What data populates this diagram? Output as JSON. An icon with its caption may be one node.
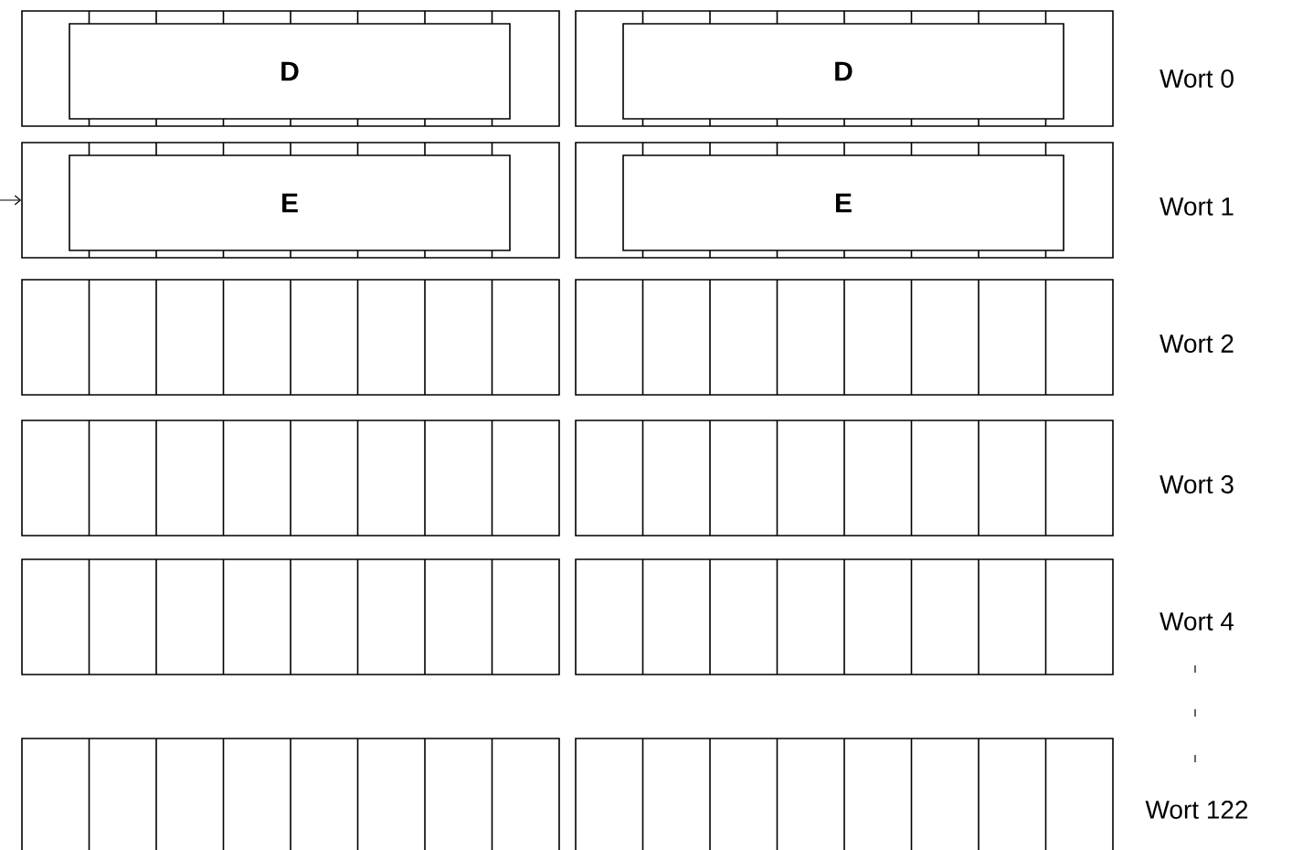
{
  "diagram": {
    "nodes": [
      {
        "text": [],
        "shape": "box"
      },
      {
        "text": [
          "D"
        ],
        "in": 0
      },
      {
        "text": [],
        "shape": "box"
      },
      {
        "text": [
          "D"
        ],
        "in": 2
      },
      {
        "text": [],
        "shape": "box"
      },
      {
        "text": [
          "E"
        ],
        "in": 4
      },
      {
        "text": [],
        "shape": "box"
      },
      {
        "text": [
          "E"
        ],
        "in": 6
      }
    ],
    "edges": [
      {
        "from": null,
        "to": 4,
        "arrow": "to"
      }
    ],
    "labels": [
      "Wort 0",
      "Wort 1",
      "Wort 2",
      "Wort 3",
      "Wort 4",
      "Wort 122"
    ]
  }
}
